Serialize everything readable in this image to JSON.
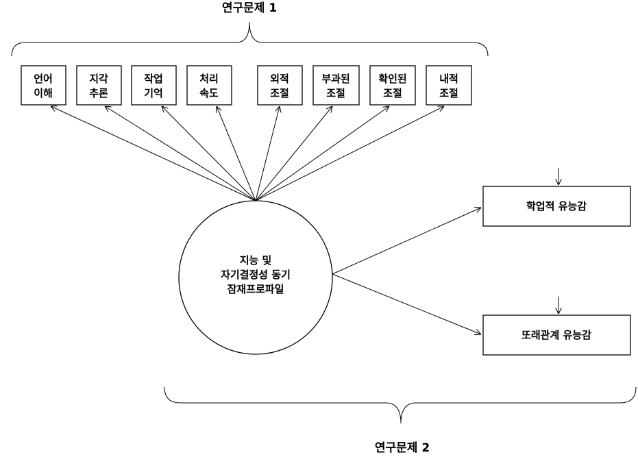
{
  "research_question_1": "연구문제 1",
  "research_question_2": "연구문제 2",
  "indicators": [
    {
      "line1": "언어",
      "line2": "이해"
    },
    {
      "line1": "지각",
      "line2": "추론"
    },
    {
      "line1": "작업",
      "line2": "기억"
    },
    {
      "line1": "처리",
      "line2": "속도"
    },
    {
      "line1": "외적",
      "line2": "조절"
    },
    {
      "line1": "부과된",
      "line2": "조절"
    },
    {
      "line1": "확인된",
      "line2": "조절"
    },
    {
      "line1": "내적",
      "line2": "조절"
    }
  ],
  "latent": {
    "line1": "지능 및",
    "line2": "자기결정성 동기",
    "line3": "잠재프로파일"
  },
  "outcomes": {
    "academic": "학업적 유능감",
    "peer": "또래관계 유능감"
  },
  "colors": {
    "stroke": "#000000",
    "background": "#ffffff"
  }
}
